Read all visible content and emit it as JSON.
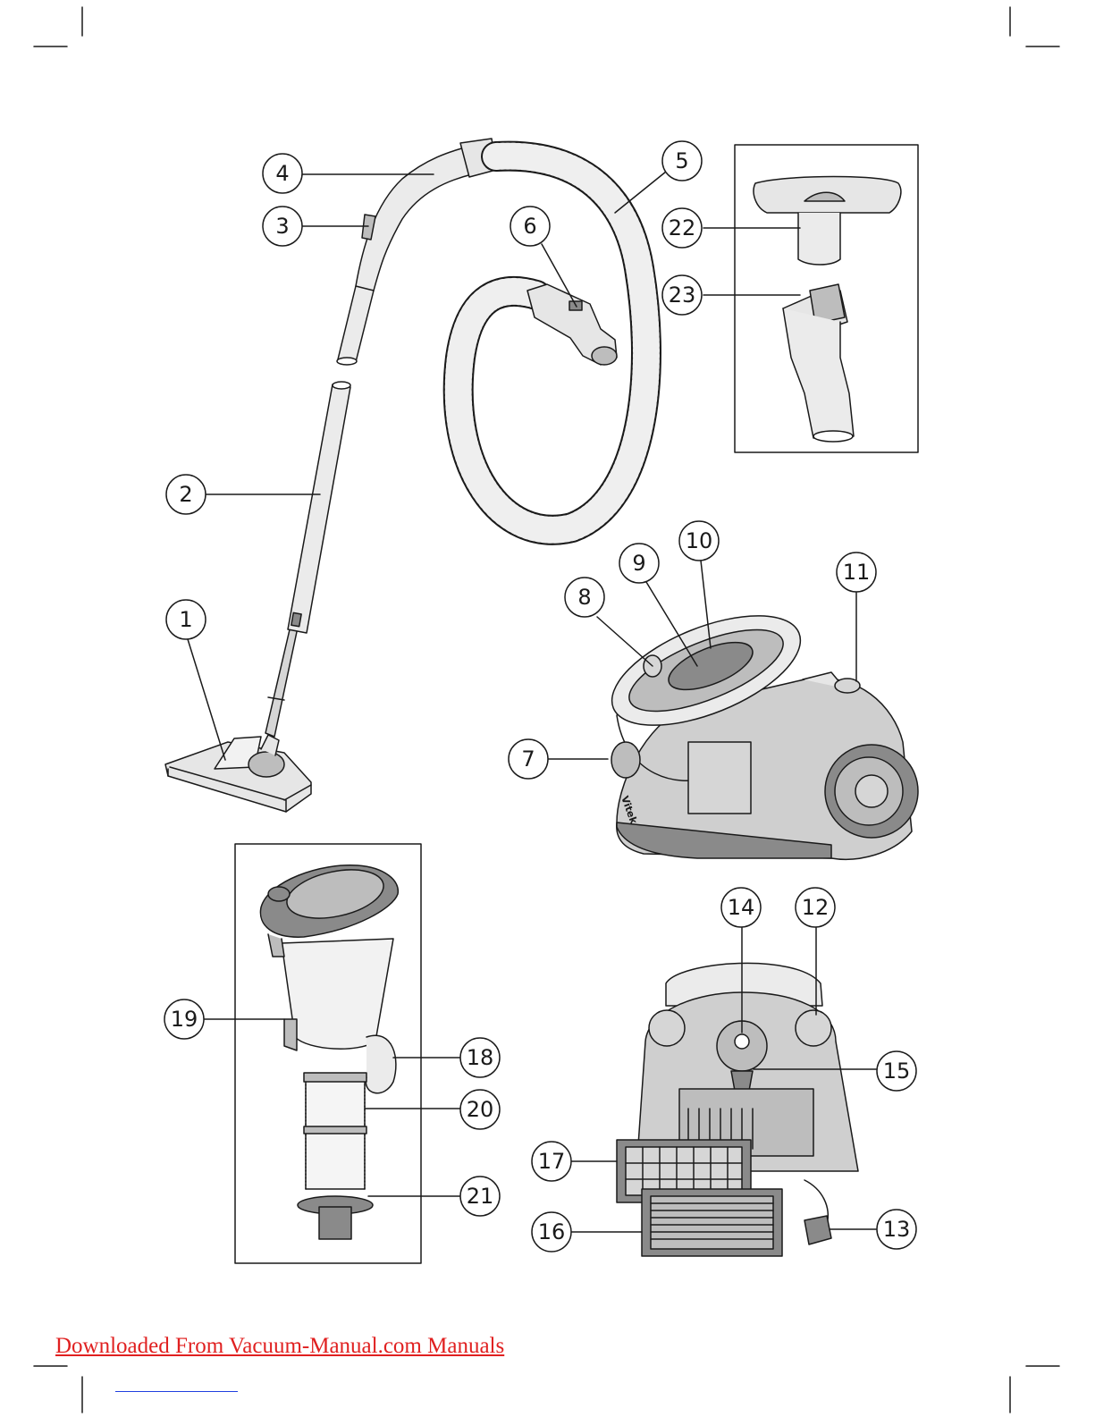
{
  "colors": {
    "outline": "#1a1a1a",
    "light_fill": "#e6e6e6",
    "mid_fill": "#bdbdbd",
    "dark_fill": "#8a8a8a",
    "footer_link": "#e02020"
  },
  "callouts": {
    "c1": "1",
    "c2": "2",
    "c3": "3",
    "c4": "4",
    "c5": "5",
    "c6": "6",
    "c7": "7",
    "c8": "8",
    "c9": "9",
    "c10": "10",
    "c11": "11",
    "c12": "12",
    "c13": "13",
    "c14": "14",
    "c15": "15",
    "c16": "16",
    "c17": "17",
    "c18": "18",
    "c19": "19",
    "c20": "20",
    "c21": "21",
    "c22": "22",
    "c23": "23"
  },
  "body_brand": "Vitek",
  "footer": {
    "text": "Downloaded From Vacuum-Manual.com Manuals"
  }
}
